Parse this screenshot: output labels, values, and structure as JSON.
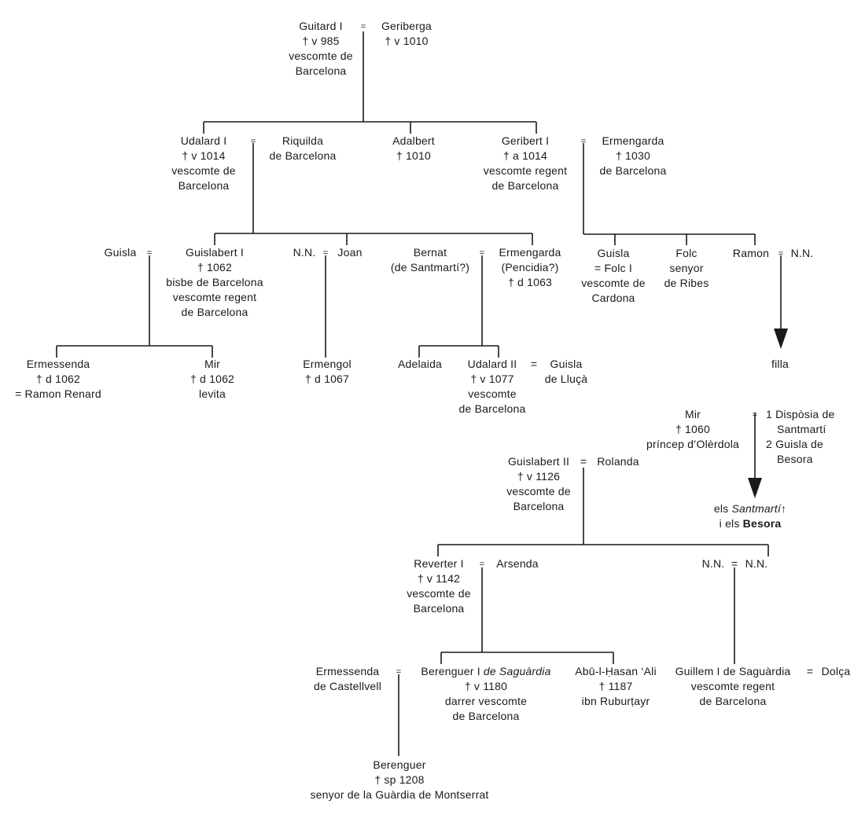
{
  "persons": {
    "guitard_i": [
      "Guitard I",
      "† v 985",
      "vescomte de",
      "Barcelona"
    ],
    "geriberga": [
      "Geriberga",
      "† v 1010"
    ],
    "udalard_i": [
      "Udalard I",
      "† v 1014",
      "vescomte de",
      "Barcelona"
    ],
    "riquilda": [
      "Riquilda",
      "de Barcelona"
    ],
    "adalbert": [
      "Adalbert",
      "† 1010"
    ],
    "geribert_i": [
      "Geribert I",
      "† a 1014",
      "vescomte regent",
      "de Barcelona"
    ],
    "ermengarda_1030": [
      "Ermengarda",
      "† 1030",
      "de Barcelona"
    ],
    "guisla_1": [
      "Guisla"
    ],
    "guislabert_i": [
      "Guislabert I",
      "† 1062",
      "bisbe de Barcelona",
      "vescomte regent",
      "de Barcelona"
    ],
    "nn_joan": [
      "N.N."
    ],
    "joan": [
      "Joan"
    ],
    "bernat": [
      "Bernat",
      "(de Santmartí?)"
    ],
    "ermengarda_pencidia": [
      "Ermengarda",
      "(Pencidia?)",
      "† d 1063"
    ],
    "guisla_folc": [
      "Guisla",
      "= Folc I",
      "vescomte de",
      "Cardona"
    ],
    "folc": [
      "Folc",
      "senyor",
      "de Ribes"
    ],
    "ramon": [
      "Ramon"
    ],
    "nn_ramon": [
      "N.N."
    ],
    "ermessenda_1062": [
      "Ermessenda",
      "† d 1062",
      "= Ramon Renard"
    ],
    "mir_levita": [
      "Mir",
      "† d 1062",
      "levita"
    ],
    "ermengol": [
      "Ermengol",
      "† d 1067"
    ],
    "adelaida": [
      "Adelaida"
    ],
    "udalard_ii": [
      "Udalard II",
      "† v 1077",
      "vescomte",
      "de Barcelona"
    ],
    "guisla_lluca": [
      "Guisla",
      "de Lluçà"
    ],
    "filla": [
      "filla"
    ],
    "mir_olerdola": [
      "Mir",
      "† 1060",
      "príncep d’Olèrdola"
    ],
    "dispodia": [
      "1  Dispòsia de",
      "Santmartí",
      "2  Guisla de",
      "Besora"
    ],
    "guislabert_ii": [
      "Guislabert II",
      "† v 1126",
      "vescomte de",
      "Barcelona"
    ],
    "rolanda": [
      "Rolanda"
    ],
    "reverter_i": [
      "Reverter I",
      "† v 1142",
      "vescomte de",
      "Barcelona"
    ],
    "arsenda": [
      "Arsenda"
    ],
    "nn_a": [
      "N.N."
    ],
    "nn_b": [
      "N.N."
    ],
    "ermessenda_castellvell": [
      "Ermessenda",
      "de Castellvell"
    ],
    "berenguer_i_title": "Berenguer I",
    "berenguer_i_title_italic": "de Saguàrdia",
    "berenguer_i": [
      "† v 1180",
      "darrer vescomte",
      "de Barcelona"
    ],
    "abu_hasan": [
      "Abū-l-Ḥasan ‘Ali",
      "† 1187",
      "ibn Ruburṭayr"
    ],
    "guillem_i": [
      "Guillem I de Saguàrdia",
      "vescomte regent",
      "de Barcelona"
    ],
    "dolca": [
      "Dolça"
    ],
    "berenguer_sp": [
      "Berenguer",
      "† sp 1208",
      "senyor de la Guàrdia de Montserrat"
    ]
  },
  "descendants_note": {
    "line1_prefix": "els",
    "line1_name": "Santmartí",
    "line1_suffix": "↑",
    "line2_prefix": "i els",
    "line2_name": "Besora"
  },
  "marriage_sign": "=",
  "marriage_sign_small": "="
}
